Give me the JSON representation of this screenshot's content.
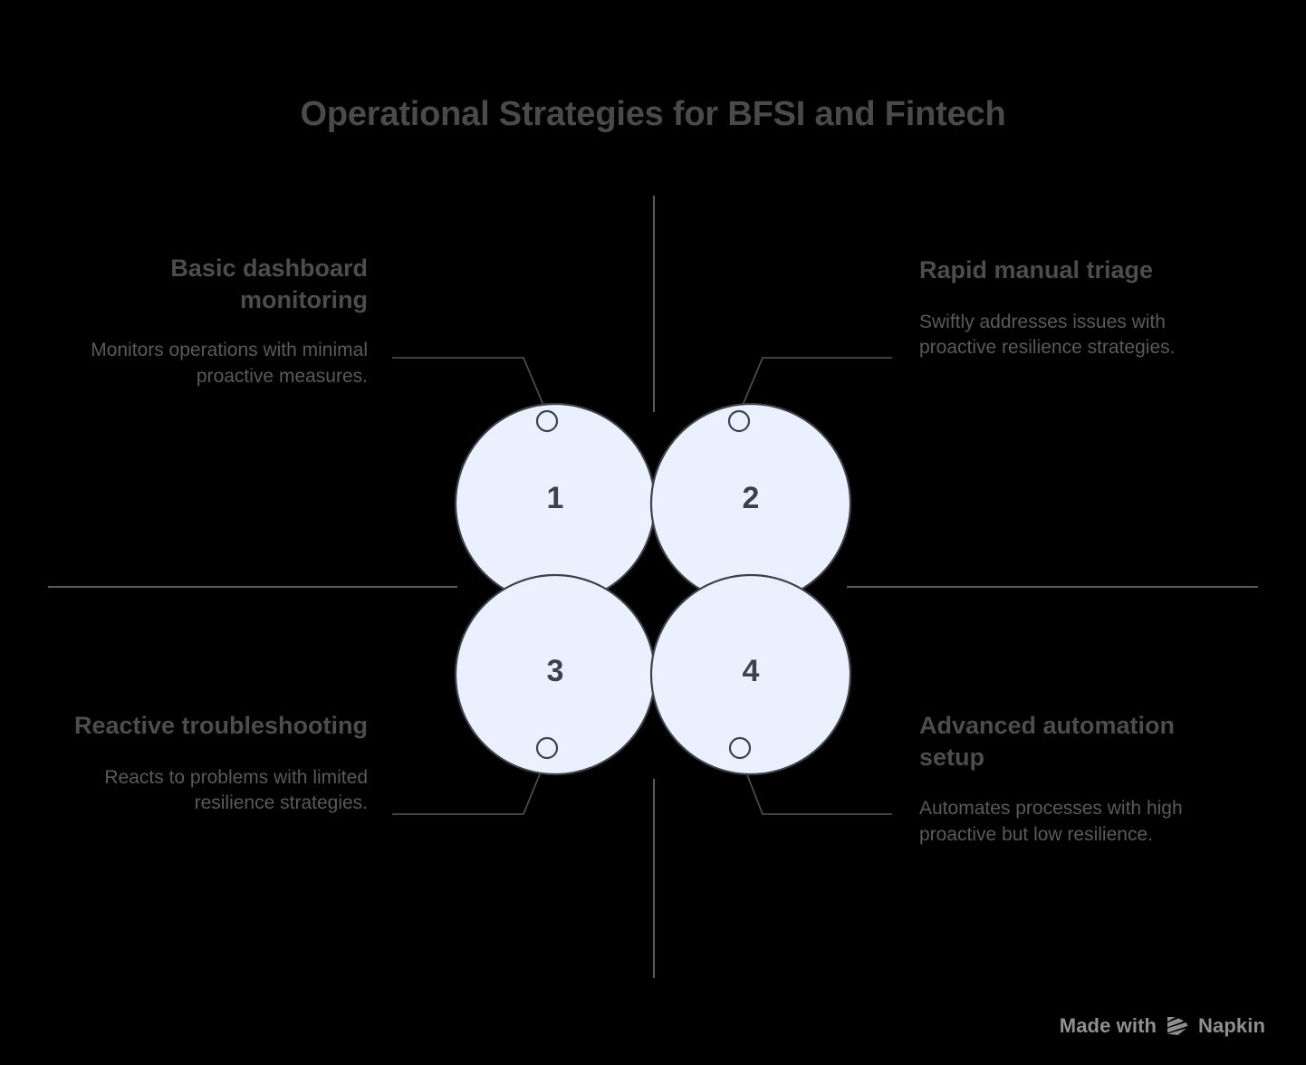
{
  "title": "Operational Strategies for BFSI and Fintech",
  "quadrants": [
    {
      "id": "basic-dashboard-monitoring",
      "number": "1",
      "heading": "Basic dashboard monitoring",
      "body": "Monitors operations with minimal proactive measures.",
      "position": "top-left",
      "align": "right"
    },
    {
      "id": "rapid-manual-triage",
      "number": "2",
      "heading": "Rapid manual triage",
      "body": "Swiftly addresses issues with proactive resilience strategies.",
      "position": "top-right",
      "align": "left"
    },
    {
      "id": "reactive-troubleshooting",
      "number": "3",
      "heading": "Reactive troubleshooting",
      "body": "Reacts to problems with limited resilience strategies.",
      "position": "bottom-left",
      "align": "right"
    },
    {
      "id": "advanced-automation-setup",
      "number": "4",
      "heading": "Advanced automation setup",
      "body": "Automates processes with high proactive but low resilience.",
      "position": "bottom-right",
      "align": "left"
    }
  ],
  "footer": {
    "made_with_label": "Made with",
    "brand_label": "Napkin",
    "logo_icon": "napkin-logo-icon"
  },
  "colors": {
    "background": "#000000",
    "bubble_fill": "#eaf0fd",
    "bubble_stroke": "#3d4248",
    "title_text": "#4a4a4a",
    "heading_text": "#4d4d4d",
    "body_text": "#5a5a5a",
    "axis_line": "#5c5c5c",
    "watermark_text": "#909090"
  },
  "chart_data": {
    "type": "diagram",
    "subtype": "four-quadrant-overlapping-circles",
    "title": "Operational Strategies for BFSI and Fintech",
    "axes": {
      "horizontal": true,
      "vertical": true,
      "labels": []
    },
    "nodes": [
      {
        "label": "1",
        "name": "Basic dashboard monitoring",
        "description": "Monitors operations with minimal proactive measures.",
        "quadrant": "top-left"
      },
      {
        "label": "2",
        "name": "Rapid manual triage",
        "description": "Swiftly addresses issues with proactive resilience strategies.",
        "quadrant": "top-right"
      },
      {
        "label": "3",
        "name": "Reactive troubleshooting",
        "description": "Reacts to problems with limited resilience strategies.",
        "quadrant": "bottom-left"
      },
      {
        "label": "4",
        "name": "Advanced automation setup",
        "description": "Automates processes with high proactive but low resilience.",
        "quadrant": "bottom-right"
      }
    ]
  }
}
